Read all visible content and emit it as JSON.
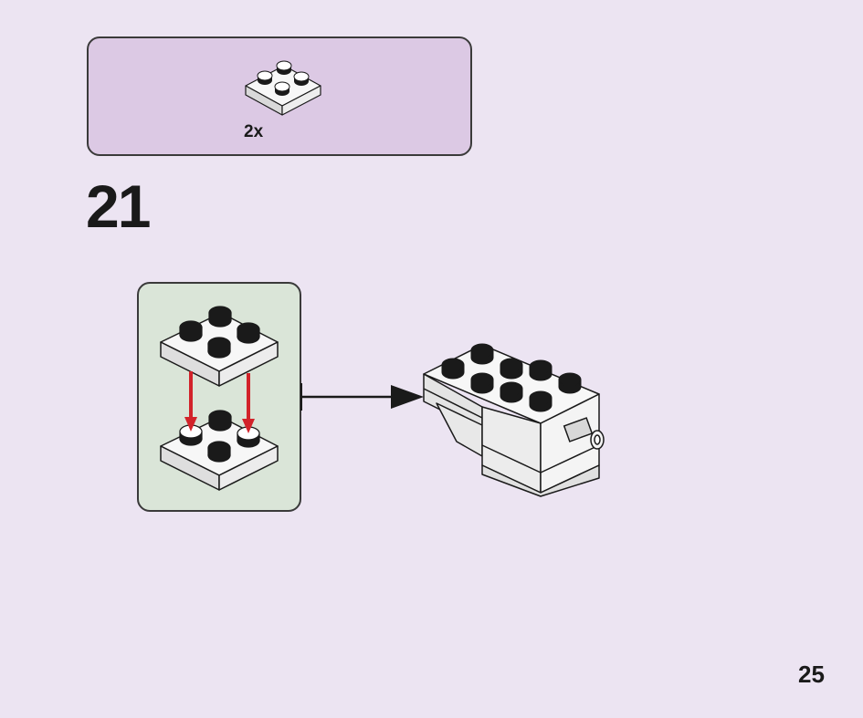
{
  "parts_callout": {
    "quantity": "2x",
    "part_icon": "plate-2x2-white-icon"
  },
  "step": {
    "number": "21"
  },
  "submodel": {
    "icon": "plate-stack-icon",
    "arrow_color": "#d2232a"
  },
  "assembly": {
    "icon": "brick-assembly-icon"
  },
  "page": {
    "number": "25"
  }
}
